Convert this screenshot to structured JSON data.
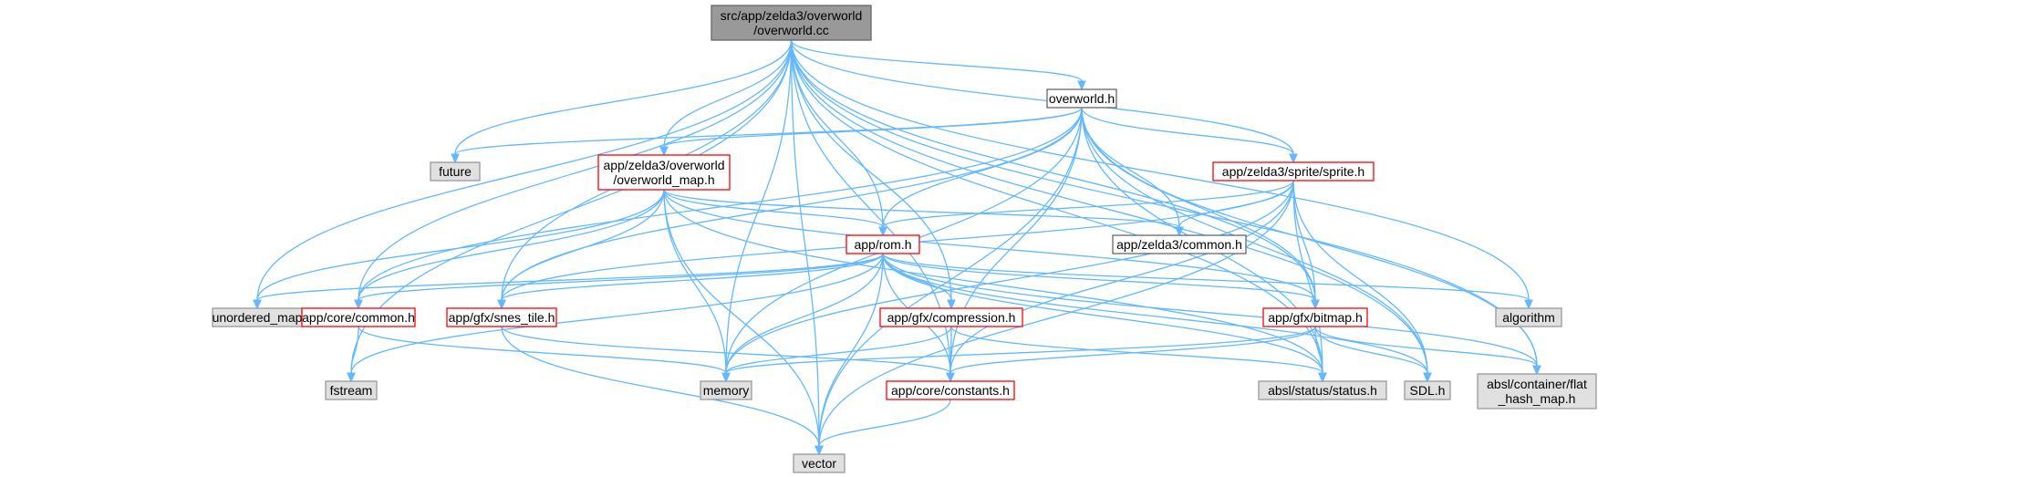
{
  "colors": {
    "root_fill": "#999999",
    "root_stroke": "#666666",
    "doc_fill": "#ffffff",
    "doc_stroke_red": "#ff0000",
    "doc_stroke_plain": "#666666",
    "system_fill": "#e0e0e0",
    "system_stroke": "#999999",
    "edge": "#63b8ff"
  },
  "nodes": [
    {
      "id": "root",
      "lines": [
        "src/app/zelda3/overworld",
        "/overworld.cc"
      ],
      "kind": "root"
    },
    {
      "id": "overworld_h",
      "lines": [
        "overworld.h"
      ],
      "kind": "plain"
    },
    {
      "id": "future",
      "lines": [
        "future"
      ],
      "kind": "system"
    },
    {
      "id": "overworld_map_h",
      "lines": [
        "app/zelda3/overworld",
        "/overworld_map.h"
      ],
      "kind": "red"
    },
    {
      "id": "sprite_h",
      "lines": [
        "app/zelda3/sprite/sprite.h"
      ],
      "kind": "red"
    },
    {
      "id": "zelda3_common_h",
      "lines": [
        "app/zelda3/common.h"
      ],
      "kind": "plain"
    },
    {
      "id": "rom_h",
      "lines": [
        "app/rom.h"
      ],
      "kind": "red"
    },
    {
      "id": "unordered_map",
      "lines": [
        "unordered_map"
      ],
      "kind": "system"
    },
    {
      "id": "core_common_h",
      "lines": [
        "app/core/common.h"
      ],
      "kind": "red"
    },
    {
      "id": "snes_tile_h",
      "lines": [
        "app/gfx/snes_tile.h"
      ],
      "kind": "red"
    },
    {
      "id": "compression_h",
      "lines": [
        "app/gfx/compression.h"
      ],
      "kind": "red"
    },
    {
      "id": "bitmap_h",
      "lines": [
        "app/gfx/bitmap.h"
      ],
      "kind": "red"
    },
    {
      "id": "algorithm",
      "lines": [
        "algorithm"
      ],
      "kind": "system"
    },
    {
      "id": "fstream",
      "lines": [
        "fstream"
      ],
      "kind": "system"
    },
    {
      "id": "memory",
      "lines": [
        "memory"
      ],
      "kind": "system"
    },
    {
      "id": "constants_h",
      "lines": [
        "app/core/constants.h"
      ],
      "kind": "red"
    },
    {
      "id": "status_h",
      "lines": [
        "absl/status/status.h"
      ],
      "kind": "system"
    },
    {
      "id": "sdl_h",
      "lines": [
        "SDL.h"
      ],
      "kind": "system"
    },
    {
      "id": "flat_hash_map_h",
      "lines": [
        "absl/container/flat",
        "_hash_map.h"
      ],
      "kind": "system"
    },
    {
      "id": "vector",
      "lines": [
        "vector"
      ],
      "kind": "system"
    }
  ],
  "edges": [
    [
      "root",
      "overworld_h"
    ],
    [
      "root",
      "future"
    ],
    [
      "root",
      "overworld_map_h"
    ],
    [
      "root",
      "sprite_h"
    ],
    [
      "root",
      "rom_h"
    ],
    [
      "root",
      "unordered_map"
    ],
    [
      "root",
      "core_common_h"
    ],
    [
      "root",
      "snes_tile_h"
    ],
    [
      "root",
      "compression_h"
    ],
    [
      "root",
      "bitmap_h"
    ],
    [
      "root",
      "algorithm"
    ],
    [
      "root",
      "fstream"
    ],
    [
      "root",
      "memory"
    ],
    [
      "root",
      "constants_h"
    ],
    [
      "root",
      "status_h"
    ],
    [
      "root",
      "sdl_h"
    ],
    [
      "root",
      "flat_hash_map_h"
    ],
    [
      "root",
      "vector"
    ],
    [
      "overworld_h",
      "future"
    ],
    [
      "overworld_h",
      "overworld_map_h"
    ],
    [
      "overworld_h",
      "sprite_h"
    ],
    [
      "overworld_h",
      "zelda3_common_h"
    ],
    [
      "overworld_h",
      "rom_h"
    ],
    [
      "overworld_h",
      "core_common_h"
    ],
    [
      "overworld_h",
      "snes_tile_h"
    ],
    [
      "overworld_h",
      "bitmap_h"
    ],
    [
      "overworld_h",
      "memory"
    ],
    [
      "overworld_h",
      "constants_h"
    ],
    [
      "overworld_h",
      "status_h"
    ],
    [
      "overworld_h",
      "sdl_h"
    ],
    [
      "overworld_h",
      "flat_hash_map_h"
    ],
    [
      "overworld_h",
      "vector"
    ],
    [
      "overworld_map_h",
      "zelda3_common_h"
    ],
    [
      "overworld_map_h",
      "rom_h"
    ],
    [
      "overworld_map_h",
      "unordered_map"
    ],
    [
      "overworld_map_h",
      "core_common_h"
    ],
    [
      "overworld_map_h",
      "snes_tile_h"
    ],
    [
      "overworld_map_h",
      "bitmap_h"
    ],
    [
      "overworld_map_h",
      "memory"
    ],
    [
      "overworld_map_h",
      "status_h"
    ],
    [
      "overworld_map_h",
      "vector"
    ],
    [
      "sprite_h",
      "zelda3_common_h"
    ],
    [
      "sprite_h",
      "rom_h"
    ],
    [
      "sprite_h",
      "snes_tile_h"
    ],
    [
      "sprite_h",
      "bitmap_h"
    ],
    [
      "sprite_h",
      "memory"
    ],
    [
      "sprite_h",
      "constants_h"
    ],
    [
      "sprite_h",
      "status_h"
    ],
    [
      "sprite_h",
      "sdl_h"
    ],
    [
      "sprite_h",
      "vector"
    ],
    [
      "rom_h",
      "unordered_map"
    ],
    [
      "rom_h",
      "core_common_h"
    ],
    [
      "rom_h",
      "snes_tile_h"
    ],
    [
      "rom_h",
      "compression_h"
    ],
    [
      "rom_h",
      "bitmap_h"
    ],
    [
      "rom_h",
      "algorithm"
    ],
    [
      "rom_h",
      "fstream"
    ],
    [
      "rom_h",
      "memory"
    ],
    [
      "rom_h",
      "constants_h"
    ],
    [
      "rom_h",
      "status_h"
    ],
    [
      "rom_h",
      "sdl_h"
    ],
    [
      "rom_h",
      "flat_hash_map_h"
    ],
    [
      "rom_h",
      "vector"
    ],
    [
      "core_common_h",
      "fstream"
    ],
    [
      "core_common_h",
      "memory"
    ],
    [
      "snes_tile_h",
      "constants_h"
    ],
    [
      "snes_tile_h",
      "vector"
    ],
    [
      "compression_h",
      "memory"
    ],
    [
      "compression_h",
      "constants_h"
    ],
    [
      "compression_h",
      "status_h"
    ],
    [
      "bitmap_h",
      "memory"
    ],
    [
      "bitmap_h",
      "constants_h"
    ],
    [
      "bitmap_h",
      "status_h"
    ],
    [
      "bitmap_h",
      "sdl_h"
    ],
    [
      "bitmap_h",
      "flat_hash_map_h"
    ],
    [
      "constants_h",
      "vector"
    ]
  ]
}
